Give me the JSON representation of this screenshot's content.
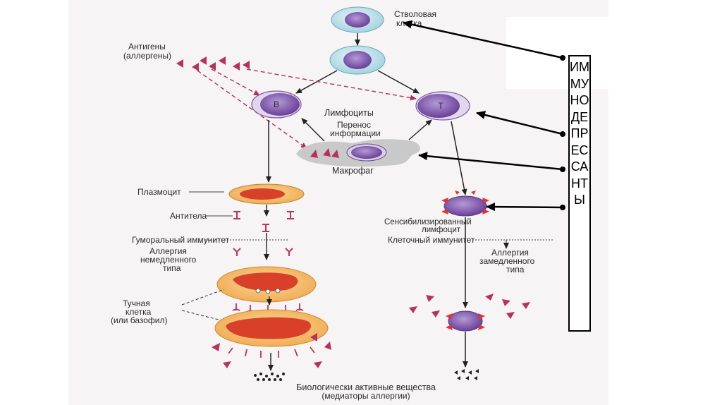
{
  "diagram": {
    "stem_cell": "Стволовая клетка",
    "stem_cell_line1": "Стволовая",
    "stem_cell_line2": "клетка",
    "antigens_line1": "Антигены",
    "antigens_line2": "(аллергены)",
    "b_cell": "B",
    "t_cell": "T",
    "lymphocytes": "Лимфоциты",
    "transfer_line1": "Перенос",
    "transfer_line2": "информации",
    "macrophage": "Макрофаг",
    "plasmocyte": "Плазмоцит",
    "antibodies": "Антитела",
    "humoral_immunity": "Гуморальный иммунитет",
    "allergy_immediate_line1": "Аллергия",
    "allergy_immediate_line2": "немедленного",
    "allergy_immediate_line3": "типа",
    "mast_cell_line1": "Тучная",
    "mast_cell_line2": "клетка",
    "mast_cell_line3": "(или базофил)",
    "sensitized_line1": "Сенсибилизированный",
    "sensitized_line2": "лимфоцит",
    "cellular_immunity": "Клеточный иммунитет",
    "allergy_delayed_line1": "Аллергия",
    "allergy_delayed_line2": "замедленного",
    "allergy_delayed_line3": "типа",
    "bioactive_line1": "Биологически активные вещества",
    "bioactive_line2": "(медиаторы аллергии)"
  },
  "side_label": "ИММУНОДЕПРЕССАНТЫ",
  "colors": {
    "cell_outer": "#bfe3ea",
    "cell_inner": "#7b4fa6",
    "plasma_outer": "#f3b65a",
    "plasma_inner": "#d8402a",
    "arrow_dashed": "#b0305a",
    "antibody": "#c0305a",
    "macrophage_bg": "#c8c8c8"
  }
}
